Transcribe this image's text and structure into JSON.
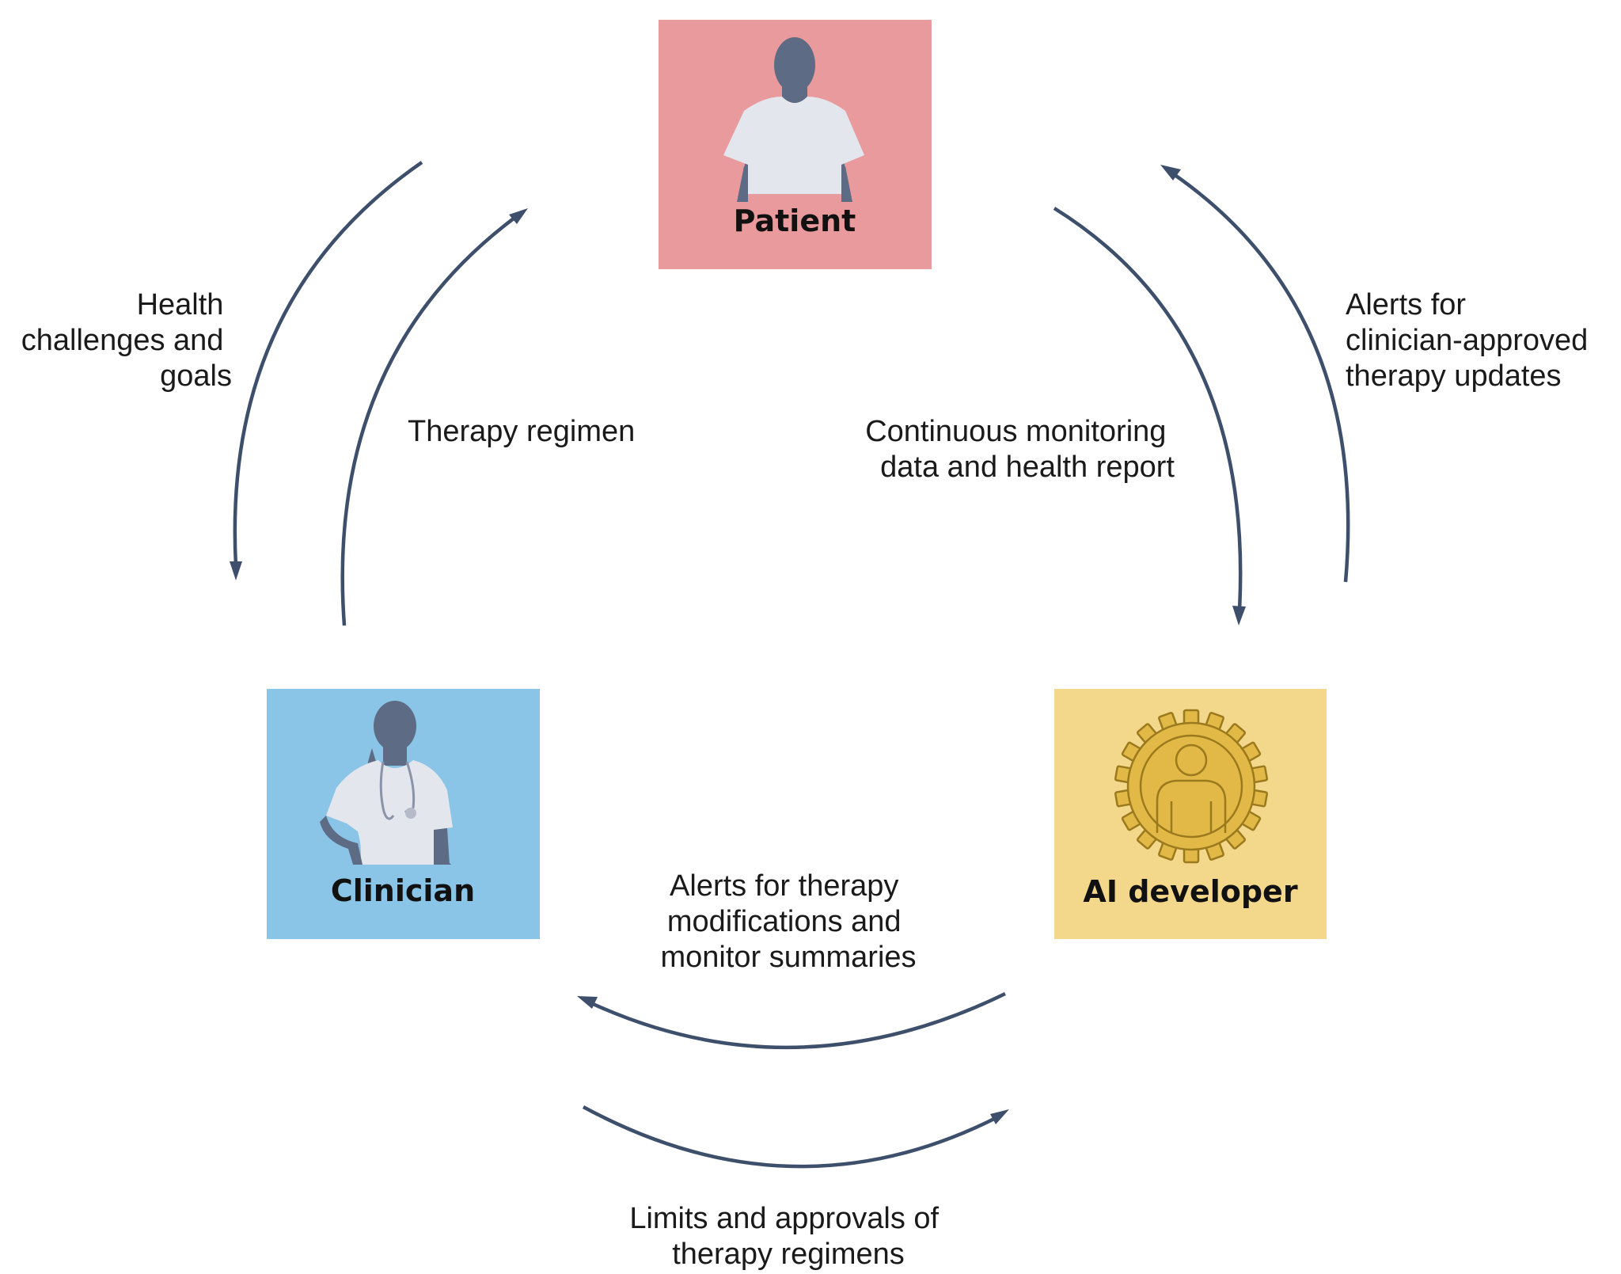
{
  "colors": {
    "patient_box": "#e99a9c",
    "clinician_box": "#8ac4e6",
    "ai_developer_box": "#f3d78a",
    "arrow": "#3d4f6b",
    "figure_dark": "#5e6b85",
    "figure_light": "#e4e6ee",
    "gear_fill": "#e2b946",
    "gear_stroke": "#9b7a1e"
  },
  "nodes": {
    "patient": {
      "label": "Patient",
      "icon": "patient-figure-icon"
    },
    "clinician": {
      "label": "Clinician",
      "icon": "clinician-figure-icon"
    },
    "ai_developer": {
      "label": "AI developer",
      "icon": "gear-person-icon"
    }
  },
  "flows": {
    "patient_to_clinician": {
      "lines": [
        "Health",
        "challenges and",
        "goals"
      ]
    },
    "clinician_to_patient": {
      "lines": [
        "Therapy regimen"
      ]
    },
    "patient_to_ai": {
      "lines": [
        "Continuous monitoring",
        "data and health report"
      ]
    },
    "ai_to_patient": {
      "lines": [
        "Alerts for",
        "clinician-approved",
        "therapy updates"
      ]
    },
    "ai_to_clinician": {
      "lines": [
        "Alerts for therapy",
        "modifications and",
        "monitor summaries"
      ]
    },
    "clinician_to_ai": {
      "lines": [
        "Limits and approvals of",
        "therapy regimens"
      ]
    }
  }
}
